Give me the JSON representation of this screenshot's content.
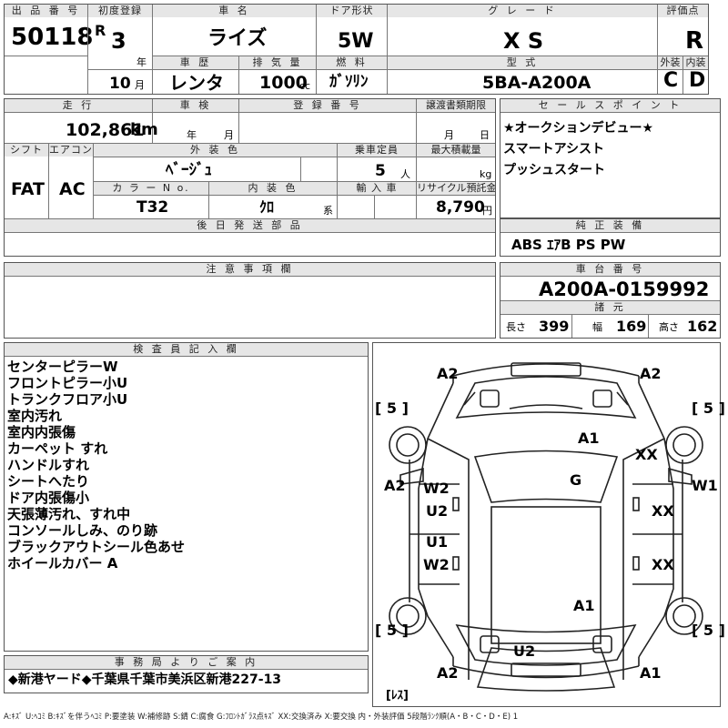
{
  "headers": {
    "lot_no": "出 品 番 号",
    "first_reg": "初度登録",
    "car_name": "車 名",
    "door": "ドア形状",
    "grade": "グ レ ー ド",
    "score": "評価点",
    "history": "車 歴",
    "displacement": "排 気 量",
    "fuel": "燃 料",
    "model": "型 式",
    "exterior": "外装",
    "interior": "内装",
    "mileage": "走 行",
    "inspection": "車 検",
    "reg_no": "登 録 番 号",
    "transfer_deadline": "譲渡書類期限",
    "sales_points": "セ ー ル ス ポ イ ン ト",
    "shift": "シフト",
    "aircon": "エアコン",
    "exterior_color": "外 装 色",
    "capacity": "乗車定員",
    "max_load": "最大積載量",
    "color_no": "カ ラ ー N o.",
    "interior_color": "内 装 色",
    "import": "輸 入 車",
    "recycle": "リサイクル預託金",
    "later_parts": "後 日 発 送 部 品",
    "genuine_equipment": "純 正 装 備",
    "cautions": "注 意 事 項 欄",
    "chassis_no": "車 台 番 号",
    "specs": "諸 元",
    "inspector_notes": "検 査 員 記 入 欄",
    "office_notice": "事 務 局 よ り ご 案 内"
  },
  "vehicle": {
    "lot_no": "50118",
    "era_letter": "R",
    "year": "3",
    "year_unit": "年",
    "month": "10",
    "month_unit": "月",
    "car_name": "ライズ",
    "door": "5W",
    "grade": "X S",
    "score": "R",
    "history": "レンタ",
    "displacement": "1000",
    "displacement_unit": "cc",
    "fuel": "ｶﾞｿﾘﾝ",
    "model": "5BA-A200A",
    "exterior_grade": "C",
    "interior_grade": "D",
    "mileage": "102,861",
    "mileage_unit": "km",
    "inspection_year_unit": "年",
    "inspection_month_unit": "月",
    "transfer_month_unit": "月",
    "transfer_day_unit": "日",
    "shift": "FAT",
    "aircon": "AC",
    "exterior_color": "ﾍﾞｰｼﾞｭ",
    "capacity": "5",
    "capacity_unit": "人",
    "max_load_unit": "kg",
    "color_no": "T32",
    "interior_color": "ｸﾛ",
    "interior_color_unit": "系",
    "recycle": "8,790",
    "recycle_unit": "円",
    "chassis_no": "A200A-0159992",
    "length_label": "長さ",
    "length": "399",
    "width_label": "幅",
    "width": "169",
    "height_label": "高さ",
    "height": "162"
  },
  "sales_points": [
    "★オークションデビュー★",
    "スマートアシスト",
    "プッシュスタート"
  ],
  "genuine_equipment": "ABS ｴｱB PS PW",
  "inspector_notes": [
    "センターピラーW",
    "フロントピラー小U",
    "トランクフロア小U",
    "室内汚れ",
    "室内内張傷",
    "カーペット すれ",
    "ハンドルすれ",
    "シートへたり",
    "ドア内張傷小",
    "天張薄汚れ、すれ中",
    "コンソールしみ、のり跡",
    "ブラックアウトシール色あせ",
    "ホイールカバー A"
  ],
  "office_notice": "◆新港ヤード◆千葉県千葉市美浜区新港227-13",
  "diagram_marks": {
    "a2_tl": "A2",
    "a2_tr": "A2",
    "tire_fl": "[ 5 ]",
    "tire_fr": "[ 5 ]",
    "tire_rl": "[ 5 ]",
    "tire_rr": "[ 5 ]",
    "a1_hood": "A1",
    "xx_rf": "XX",
    "g_glass": "G",
    "a2_left": "A2",
    "w1_right": "W1",
    "w2_front": "W2",
    "u2_front": "U2",
    "xx_mid": "XX",
    "u1_rear": "U1",
    "w2_rear": "W2",
    "xx_rear": "XX",
    "a1_trunk": "A1",
    "u2_bottom": "U2",
    "a2_bl": "A2",
    "a1_br": "A1",
    "les": "[ﾚｽ]"
  },
  "legend": "A:ｷｽﾞ  U:ﾍｺﾐ  B:ｷｽﾞを伴うﾍｺﾐ  P:要塗装  W:補修跡  S:錆  C:腐食  G:ﾌﾛﾝﾄｶﾞﾗｽ点ｷｽﾞ  XX:交換済み  X:要交換   内・外装評価  5段階ﾗﾝｸ順(A・B・C・D・E) 1"
}
